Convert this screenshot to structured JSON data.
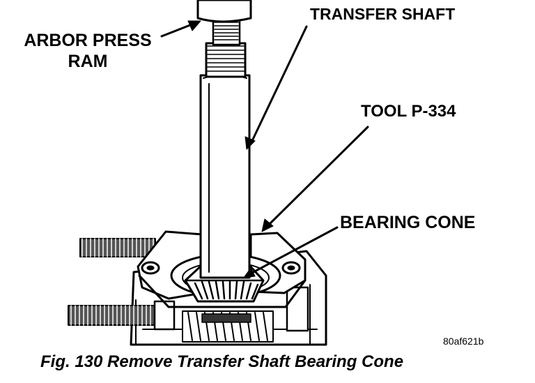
{
  "labels": {
    "arbor_line1": "ARBOR PRESS",
    "arbor_line2": "RAM",
    "transfer_shaft": "TRANSFER SHAFT",
    "tool": "TOOL P-334",
    "bearing_cone": "BEARING CONE"
  },
  "figure_code": "80af621b",
  "caption": "Fig. 130 Remove Transfer Shaft Bearing Cone"
}
